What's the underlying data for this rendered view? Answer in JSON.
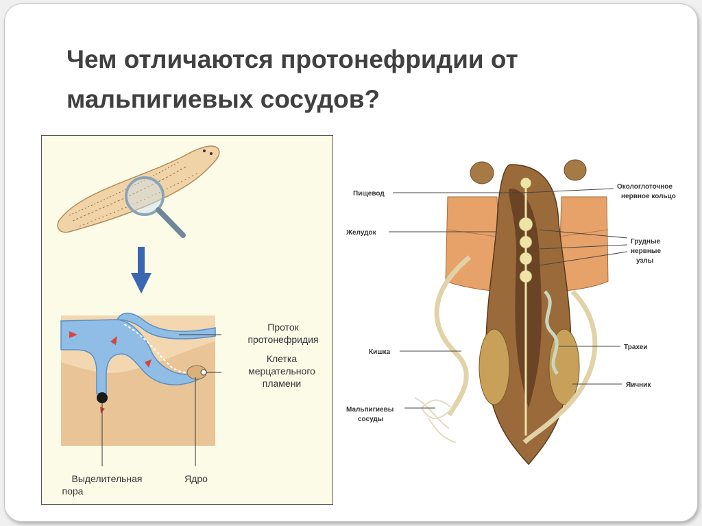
{
  "slide": {
    "title": "Чем отличаются протонефридии от мальпигиевых сосудов?"
  },
  "left_figure": {
    "labels": {
      "duct_line1": "Проток",
      "duct_line2": "протонефридия",
      "cell_line1": "Клетка",
      "cell_line2": "мерцательного",
      "cell_line3": "пламени",
      "pore_line1": "Выделительная",
      "pore_line2": "пора",
      "nucleus": "Ядро"
    }
  },
  "right_figure": {
    "labels": {
      "esophagus": "Пищевод",
      "nerve_ring_line1": "Окологлоточное",
      "nerve_ring_line2": "нервное кольцо",
      "stomach": "Желудок",
      "thoracic_ganglia_line1": "Грудные",
      "thoracic_ganglia_line2": "нервные",
      "thoracic_ganglia_line3": "узлы",
      "intestine": "Кишка",
      "tracheae": "Трахеи",
      "malpighian_line1": "Мальпигиевы",
      "malpighian_line2": "сосуды",
      "ovary": "Яичник"
    }
  }
}
